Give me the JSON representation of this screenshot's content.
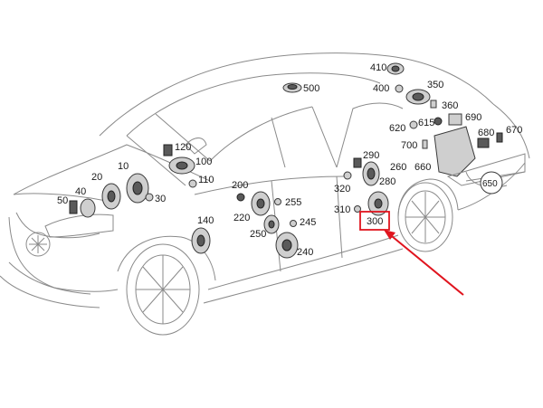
{
  "diagram": {
    "labels": {
      "l410": "410",
      "l500": "500",
      "l350": "350",
      "l400": "400",
      "l360": "360",
      "l620": "620",
      "l615": "615",
      "l690": "690",
      "l670": "670",
      "l680": "680",
      "l700": "700",
      "l660": "660",
      "l650": "650",
      "l120": "120",
      "l100": "100",
      "l10": "10",
      "l20": "20",
      "l110": "110",
      "l50": "50",
      "l40": "40",
      "l30": "30",
      "l200": "200",
      "l255": "255",
      "l220": "220",
      "l245": "245",
      "l250": "250",
      "l240": "240",
      "l140": "140",
      "l290": "290",
      "l260": "260",
      "l280": "280",
      "l320": "320",
      "l310": "310",
      "l300": "300"
    },
    "highlight": {
      "label": "300",
      "color": "#e0141e"
    },
    "colors": {
      "line": "#8a8a8a",
      "text": "#1a1a1a",
      "accent": "#e0141e"
    }
  }
}
